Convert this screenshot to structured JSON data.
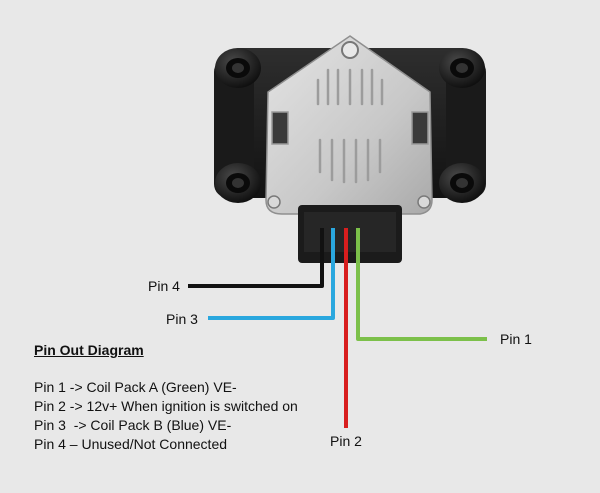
{
  "pins": {
    "pin1": "Pin 1",
    "pin2": "Pin 2",
    "pin3": "Pin 3",
    "pin4": "Pin 4"
  },
  "legend": {
    "heading": "Pin Out Diagram",
    "lines": [
      "Pin 1 -> Coil Pack A (Green) VE-",
      "Pin 2 -> 12v+ When ignition is switched on",
      "Pin 3  -> Coil Pack B (Blue) VE-",
      "Pin 4 – Unused/Not Connected"
    ]
  },
  "colors": {
    "background": "#e8e8e8",
    "wire_pin1": "#7cc04a",
    "wire_pin2": "#d81e1e",
    "wire_pin3": "#2aa7de",
    "wire_pin4": "#111111",
    "coil_body": "#1c1c1c",
    "heat_plate": "#cfcfcf"
  },
  "icons": {
    "component": "ignition-coil-pack-image"
  }
}
